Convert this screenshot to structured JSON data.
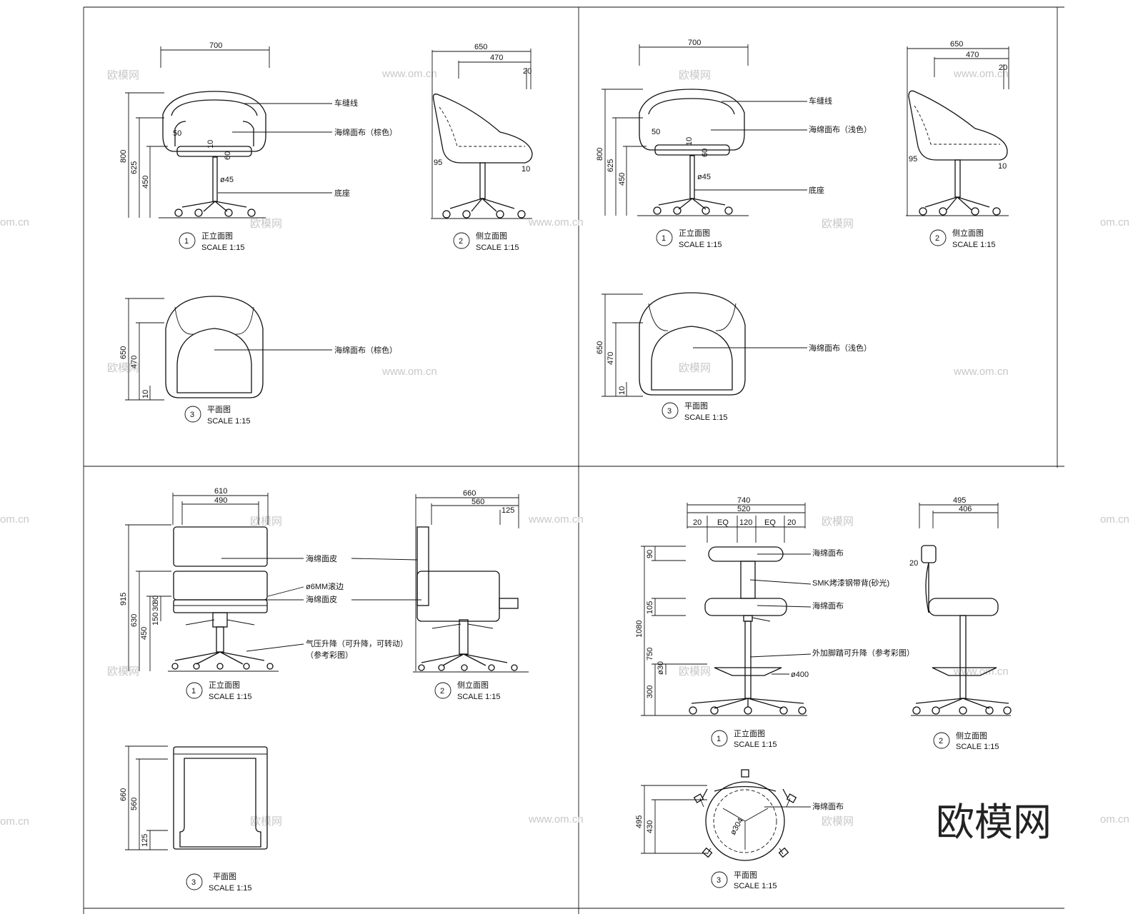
{
  "sheet": {
    "watermark": "欧模网",
    "site": "www.om.cn",
    "site_short": "om.cn"
  },
  "q1": {
    "front": {
      "w700": "700",
      "h800": "800",
      "h625": "625",
      "h450": "450",
      "d50": "50",
      "d10": "10",
      "d60": "60",
      "dia45": "ø45",
      "callout_stitch": "车缝线",
      "callout_fabric": "海绵面布（棕色）",
      "callout_base": "底座",
      "title": "正立面图",
      "num": "1",
      "scale": "SCALE 1:15"
    },
    "side": {
      "w650": "650",
      "w470": "470",
      "d20": "20",
      "d95": "95",
      "d10": "10",
      "title": "侧立面图",
      "num": "2",
      "scale": "SCALE 1:15"
    },
    "plan": {
      "h650": "650",
      "h470": "470",
      "d10": "10",
      "callout_fabric": "海绵面布（棕色）",
      "title": "平面图",
      "num": "3",
      "scale": "SCALE 1:15"
    }
  },
  "q2": {
    "front": {
      "w700": "700",
      "h800": "800",
      "h625": "625",
      "h450": "450",
      "d50": "50",
      "d10": "10",
      "d60": "60",
      "dia45": "ø45",
      "callout_stitch": "车缝线",
      "callout_fabric": "海绵面布（浅色）",
      "callout_base": "底座",
      "title": "正立面图",
      "num": "1",
      "scale": "SCALE 1:15"
    },
    "side": {
      "w650": "650",
      "w470": "470",
      "d20": "20",
      "d95": "95",
      "d10": "10",
      "title": "侧立面图",
      "num": "2",
      "scale": "SCALE 1:15"
    },
    "plan": {
      "h650": "650",
      "h470": "470",
      "d10": "10",
      "callout_fabric": "海绵面布（浅色）",
      "title": "平面图",
      "num": "3",
      "scale": "SCALE 1:15"
    }
  },
  "q3": {
    "front": {
      "w610": "610",
      "w490": "490",
      "h915": "915",
      "h630": "630",
      "h450": "450",
      "h150": "150",
      "h30": "30",
      "h80": "80",
      "callout_back": "海绵面皮",
      "callout_edge": "ø6MM滚边",
      "callout_seat": "海绵面皮",
      "callout_base": "气压升降（可升降，可转动）",
      "callout_base2": "（参考彩图）",
      "title": "正立面图",
      "num": "1",
      "scale": "SCALE 1:15"
    },
    "side": {
      "w660": "660",
      "w560": "560",
      "d125": "125",
      "title": "侧立面图",
      "num": "2",
      "scale": "SCALE 1:15"
    },
    "plan": {
      "h660": "660",
      "h560": "560",
      "h125": "125",
      "title": "平面图",
      "num": "3",
      "scale": "SCALE 1:15"
    }
  },
  "q4": {
    "front": {
      "w740": "740",
      "w520": "520",
      "d20a": "20",
      "eq1": "EQ",
      "d120": "120",
      "eq2": "EQ",
      "d20b": "20",
      "h90": "90",
      "h105": "105",
      "h1080": "1080",
      "h750": "750",
      "h300": "300",
      "dia30": "ø30",
      "dia400": "ø400",
      "callout_back": "海绵面布",
      "callout_frame": "SMK烤漆钢带背(砂光)",
      "callout_seat": "海绵面布",
      "callout_ring": "外加脚踏可升降（参考彩图）",
      "title": "正立面图",
      "num": "1",
      "scale": "SCALE 1:15"
    },
    "side": {
      "w495": "495",
      "w406": "406",
      "d20": "20",
      "title": "侧立面图",
      "num": "2",
      "scale": "SCALE 1:15"
    },
    "plan": {
      "h495": "495",
      "h430": "430",
      "dia304": "ø304",
      "callout_fabric": "海绵面布",
      "title": "平面图",
      "num": "3",
      "scale": "SCALE 1:15"
    }
  }
}
